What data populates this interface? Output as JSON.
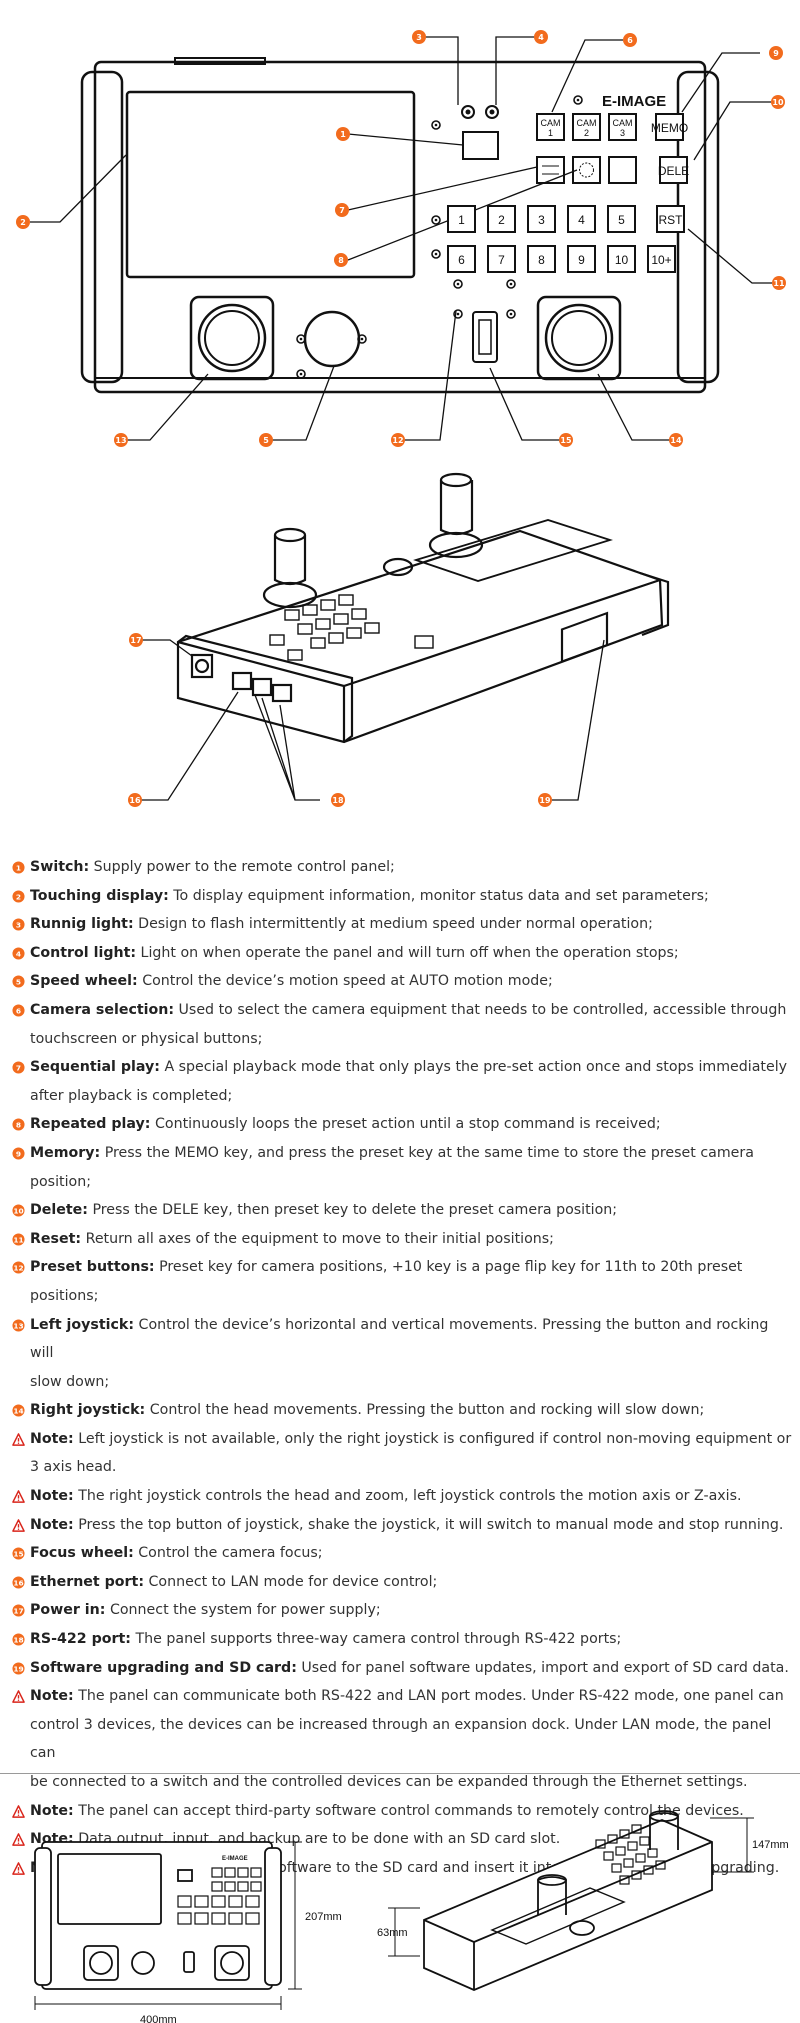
{
  "front": {
    "brand": "E-IMAGE",
    "cam_buttons": [
      "CAM\n1",
      "CAM\n2",
      "CAM\n3"
    ],
    "memo": "MEMO",
    "dele": "DELE",
    "rst": "RST",
    "preset_row1": [
      "1",
      "2",
      "3",
      "4",
      "5"
    ],
    "preset_row2": [
      "6",
      "7",
      "8",
      "9",
      "10",
      "10+"
    ]
  },
  "callout_numbers": {
    "front": [
      "3",
      "4",
      "6",
      "9",
      "10",
      "1",
      "2",
      "7",
      "8",
      "11",
      "13",
      "5",
      "12",
      "15",
      "14"
    ],
    "iso": [
      "17",
      "16",
      "18",
      "19"
    ]
  },
  "legend": [
    {
      "num": "1",
      "type": "number",
      "bold": "Switch:",
      "text": "Supply power to the remote control panel;"
    },
    {
      "num": "2",
      "type": "number",
      "bold": "Touching display:",
      "text": "To display equipment information, monitor status data and set parameters;"
    },
    {
      "num": "3",
      "type": "number",
      "bold": "Runnig light:",
      "text": "Design to flash intermittently at medium speed under normal operation;"
    },
    {
      "num": "4",
      "type": "number",
      "bold": "Control light:",
      "text": "Light on when operate the panel and will turn off when the operation stops;"
    },
    {
      "num": "5",
      "type": "number",
      "bold": "Speed wheel:",
      "text": "Control the device’s motion speed at AUTO motion mode;"
    },
    {
      "num": "6",
      "type": "number",
      "bold": "Camera selection:",
      "text": "Used to select the camera equipment that needs to be controlled, accessible through",
      "cont": "touchscreen or physical buttons;"
    },
    {
      "num": "7",
      "type": "number",
      "bold": "Sequential play:",
      "text": "A special playback mode that only plays the pre-set action once and stops immediately",
      "cont": "after playback is completed;"
    },
    {
      "num": "8",
      "type": "number",
      "bold": "Repeated play:",
      "text": "Continuously loops the preset action until a stop command is received;"
    },
    {
      "num": "9",
      "type": "number",
      "bold": "Memory:",
      "text": "Press the MEMO key, and press the preset key at the same time to store the preset camera position;"
    },
    {
      "num": "10",
      "type": "number",
      "bold": "Delete:",
      "text": "Press the DELE key, then preset key to delete the preset camera position;"
    },
    {
      "num": "11",
      "type": "number",
      "bold": "Reset:",
      "text": "Return all axes of the equipment to move to their initial positions;"
    },
    {
      "num": "12",
      "type": "number",
      "bold": "Preset buttons:",
      "text": "Preset key for camera positions, +10 key is a page flip key for 11th to 20th preset positions;"
    },
    {
      "num": "13",
      "type": "number",
      "bold": "Left joystick:",
      "text": "Control the device’s horizontal and vertical movements. Pressing the button and rocking will",
      "cont": "slow down;"
    },
    {
      "num": "14",
      "type": "number",
      "bold": "Right joystick:",
      "text": "Control the head movements. Pressing the button and rocking will slow down;"
    },
    {
      "num": "",
      "type": "warn",
      "bold": "Note:",
      "text": "Left joystick is not available, only the right joystick is configured if control non-moving equipment or",
      "cont": "3 axis head."
    },
    {
      "num": "",
      "type": "warn",
      "bold": "Note:",
      "text": "The right joystick controls the head and zoom, left joystick controls the motion axis or Z-axis."
    },
    {
      "num": "",
      "type": "warn",
      "bold": "Note:",
      "text": "Press the top button of joystick, shake the joystick, it will switch to manual mode and stop running."
    },
    {
      "num": "15",
      "type": "number",
      "bold": "Focus wheel:",
      "text": "Control the camera focus;"
    },
    {
      "num": "16",
      "type": "number",
      "bold": "Ethernet port:",
      "text": "Connect to LAN mode for device control;"
    },
    {
      "num": "17",
      "type": "number",
      "bold": "Power in:",
      "text": "Connect the system for power supply;"
    },
    {
      "num": "18",
      "type": "number",
      "bold": "RS-422 port:",
      "text": "The panel supports three-way camera control through RS-422 ports;"
    },
    {
      "num": "19",
      "type": "number",
      "bold": "Software upgrading and SD card:",
      "text": "Used for panel software updates, import and export of SD card data."
    },
    {
      "num": "",
      "type": "warn",
      "bold": "Note:",
      "text": "The panel can communicate both RS-422 and LAN port modes. Under RS-422 mode, one panel can",
      "cont": "control 3 devices, the devices can be increased through an expansion dock. Under LAN mode, the panel can",
      "cont2": "be connected to a switch and the controlled devices can be expanded through the Ethernet settings."
    },
    {
      "num": "",
      "type": "warn",
      "bold": "Note:",
      "text": "The panel can accept third-party software control commands to remotely control the devices."
    },
    {
      "num": "",
      "type": "warn",
      "bold": "Note:",
      "text": "Data output, input, and backup are to be done with an SD card slot."
    },
    {
      "num": "",
      "type": "warn",
      "bold": "Note:",
      "text": "Download the new system software to the SD card and insert it into the slot for system upgrading."
    }
  ],
  "dims": {
    "brand": "E-IMAGE",
    "width": "400mm",
    "height": "207mm",
    "depth": "147mm",
    "thickness": "63mm"
  },
  "colors": {
    "accent": "#f26b1d",
    "text": "#333333",
    "line": "#111111"
  }
}
